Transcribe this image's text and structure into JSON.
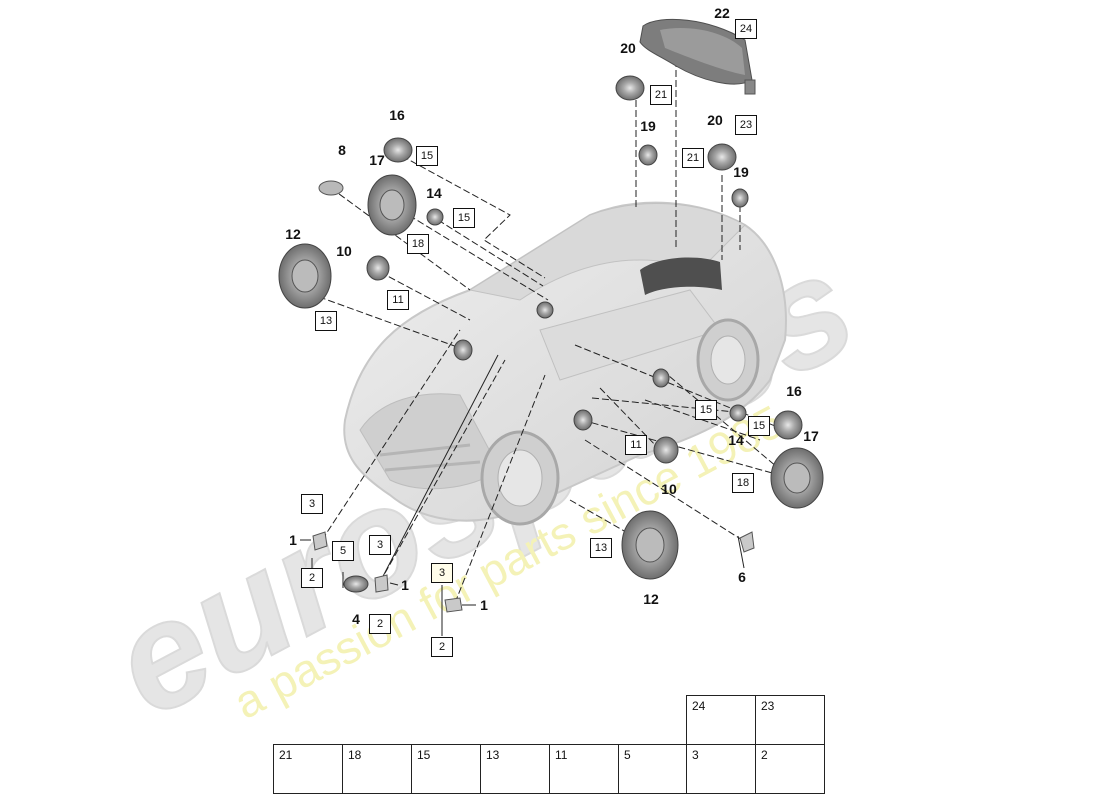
{
  "diagram": {
    "callouts": [
      "22",
      "20",
      "20",
      "19",
      "19",
      "16",
      "17",
      "8",
      "14",
      "12",
      "10",
      "16",
      "14",
      "17",
      "10",
      "12",
      "6",
      "1",
      "4",
      "1",
      "1"
    ],
    "refboxes": [
      "24",
      "21",
      "23",
      "21",
      "15",
      "15",
      "18",
      "11",
      "13",
      "15",
      "15",
      "11",
      "18",
      "13",
      "3",
      "2",
      "5",
      "3",
      "2",
      "3",
      "2"
    ],
    "highlighted_refboxes": [
      "3"
    ]
  },
  "legend": {
    "top_row": [
      {
        "number": "24",
        "part_icon": "bolt-icon"
      },
      {
        "number": "23",
        "part_icon": "hex-nut-icon"
      }
    ],
    "bottom_row": [
      {
        "number": "21",
        "part_icon": "screw-icon"
      },
      {
        "number": "18",
        "part_icon": "flange-screw-icon"
      },
      {
        "number": "15",
        "part_icon": "flange-screw-icon"
      },
      {
        "number": "13",
        "part_icon": "flange-screw-icon"
      },
      {
        "number": "11",
        "part_icon": "flange-screw-icon"
      },
      {
        "number": "5",
        "part_icon": "flange-screw-icon"
      },
      {
        "number": "3",
        "part_icon": "flange-screw-icon"
      },
      {
        "number": "2",
        "part_icon": "clip-nut-icon"
      }
    ]
  },
  "watermark": {
    "brand": "eurospares",
    "tagline": "a passion for parts since 1985",
    "colors": {
      "brand": "#dcdcdc",
      "tagline": "#f2f0a8"
    }
  },
  "colors": {
    "line": "#222222",
    "car_body": "#e4e4e4",
    "part_fill": "#b5b5b5",
    "part_dark": "#6f6f6f"
  }
}
